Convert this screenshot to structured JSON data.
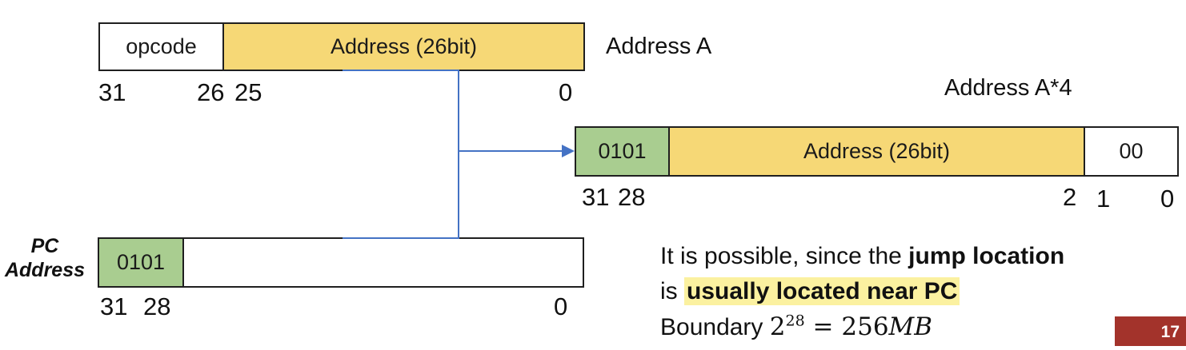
{
  "registers": {
    "instruction": {
      "caption": "Address A",
      "cells": [
        {
          "name": "opcode-field",
          "label": "opcode",
          "fill": "#FFFFFF"
        },
        {
          "name": "address-field",
          "label": "Address (26bit)",
          "fill": "#F6D876"
        }
      ],
      "bit_labels": [
        "31",
        "26",
        "25",
        "0"
      ]
    },
    "target": {
      "title": "Address A*4",
      "cells": [
        {
          "name": "pc-high-bits",
          "label": "0101",
          "fill": "#A9CD90"
        },
        {
          "name": "address-field",
          "label": "Address (26bit)",
          "fill": "#F6D876"
        },
        {
          "name": "byte-offset",
          "label": "00",
          "fill": "#FFFFFF"
        }
      ],
      "bit_labels": [
        "31",
        "28",
        "2",
        "1",
        "0"
      ]
    },
    "pc": {
      "label_line1": "PC",
      "label_line2": "Address",
      "cells": [
        {
          "name": "pc-high-bits",
          "label": "0101",
          "fill": "#A9CD90"
        },
        {
          "name": "pc-rest",
          "label": "",
          "fill": "#FFFFFF"
        }
      ],
      "bit_labels": [
        "31",
        "28",
        "0"
      ]
    }
  },
  "note": {
    "line1": {
      "normal": "It is possible, since the ",
      "bold": "jump location"
    },
    "line2": {
      "normal": "is ",
      "highlighted": "usually located near PC"
    },
    "line3": {
      "normal": "Boundary ",
      "math_base": "2",
      "math_exponent": "28",
      "math_equals": " = ",
      "math_value": "256",
      "math_unit": "MB"
    }
  },
  "page_number": "17",
  "colors": {
    "yellow_fill": "#F6D876",
    "green_fill": "#A9CD90",
    "connector_blue": "#4472C4",
    "page_box_red": "#A3332B",
    "highlight_yellow": "#FBF1A0"
  }
}
